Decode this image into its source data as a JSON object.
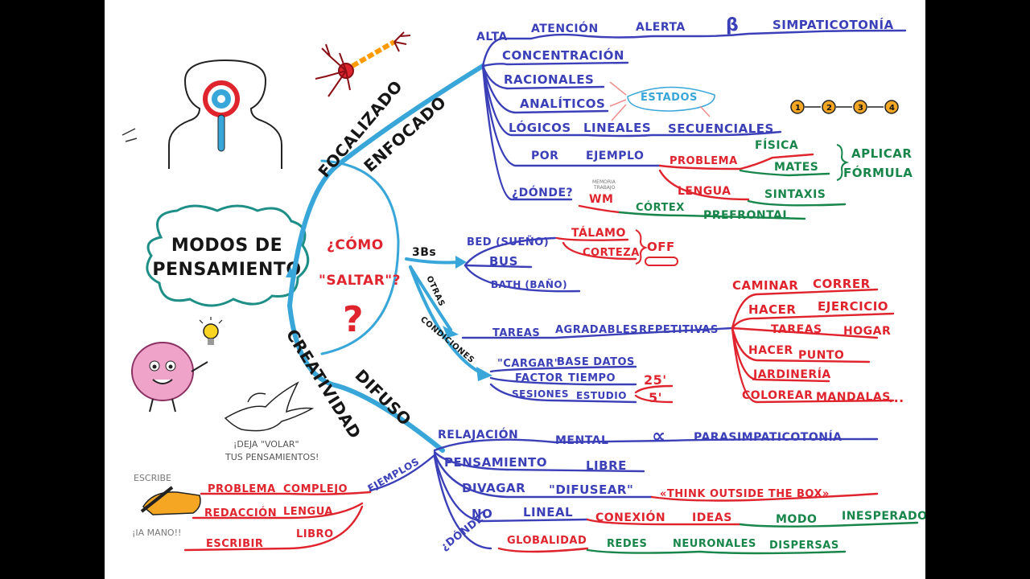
{
  "central": {
    "line1": "MODOS DE",
    "line2": "PENSAMIENTO"
  },
  "focused": {
    "label1": "FOCALIZADO",
    "label2": "ENFOCADO",
    "row1": {
      "w1": "ALTA",
      "w2": "ATENCIÓN",
      "w3": "ALERTA",
      "greek": "β",
      "w4": "SIMPATICOTONÍA"
    },
    "row2": "CONCENTRACIÓN",
    "row3": "RACIONALES",
    "row4": "ANALÍTICOS",
    "estados": "ESTADOS",
    "row5": {
      "w1": "LÓGICOS",
      "w2": "LINEALES",
      "w3": "SECUENCIALES"
    },
    "steps": [
      "1",
      "2",
      "3",
      "4"
    ],
    "row6": {
      "w1": "POR",
      "w2": "EJEMPLO",
      "problema": "PROBLEMA",
      "fisica": "FÍSICA",
      "mates": "MATES",
      "aplicar1": "APLICAR",
      "aplicar2": "FÓRMULA"
    },
    "row7": {
      "donde": "¿DÓNDE?",
      "memoria1": "MEMORIA",
      "memoria2": "TRABAJO",
      "wm": "WM",
      "lengua": "LENGUA",
      "sintaxis": "SINTAXIS",
      "cortex": "CÓRTEX",
      "prefrontal": "PREFRONTAL"
    }
  },
  "jump": {
    "q1": "¿CÓMO",
    "q2": "\"SALTAR\"?",
    "qmark": "?",
    "threeb": "3Bs",
    "bed": "BED (SUEÑO)",
    "bus": "BUS",
    "bath": "BATH (BAÑO)",
    "talamo": "TÁLAMO",
    "corteza": "CORTEZA",
    "off": "OFF",
    "otras": "OTRAS",
    "condiciones": "CONDICIONES",
    "tareas": {
      "w1": "TAREAS",
      "w2": "AGRADABLES",
      "w3": "REPETITIVAS"
    },
    "activities": [
      "CAMINAR",
      "CORRER",
      "HACER",
      "EJERCICIO",
      "TAREAS",
      "HOGAR",
      "HACER",
      "PUNTO",
      "JARDINERÍA",
      "COLOREAR",
      "MANDALAS",
      "..."
    ],
    "cargar": {
      "w1": "\"CARGAR\"",
      "w2": "BASE DATOS"
    },
    "factor": {
      "w1": "FACTOR",
      "w2": "TIEMPO"
    },
    "sesiones": {
      "w1": "SESIONES",
      "w2": "ESTUDIO"
    },
    "t25": "25'",
    "t5": "5'"
  },
  "diffuse": {
    "label1": "CREATIVIDAD",
    "label2": "DIFUSO",
    "row1": {
      "w1": "RELAJACIÓN",
      "w2": "MENTAL",
      "greek": "∝",
      "w3": "PARASIMPATICOTONÍA"
    },
    "row2": {
      "w1": "PENSAMIENTO",
      "w2": "LIBRE"
    },
    "row3": {
      "w1": "DIVAGAR",
      "w2": "\"DIFUSEAR\"",
      "w3": "«THINK OUTSIDE THE BOX»"
    },
    "row4": {
      "w1": "NO",
      "w2": "LINEAL",
      "w3": "CONEXIÓN",
      "w4": "IDEAS",
      "w5": "MODO",
      "w6": "INESPERADO"
    },
    "row5": {
      "w1": "¿DÓNDE?",
      "w2": "GLOBALIDAD",
      "w3": "REDES",
      "w4": "NEURONALES",
      "w5": "DISPERSAS"
    },
    "ejemplos": "EJEMPLOS",
    "ex1": {
      "w1": "PROBLEMA",
      "w2": "COMPLEJO"
    },
    "ex2": {
      "w1": "REDACCIÓN",
      "w2": "LENGUA"
    },
    "ex3": {
      "w1": "ESCRIBIR",
      "w2": "LIBRO"
    },
    "escribe": "ESCRIBE",
    "amano": "¡IA MANO!!",
    "deja1": "¡DEJA \"VOLAR\"",
    "deja2": "TUS PENSAMIENTOS!"
  }
}
